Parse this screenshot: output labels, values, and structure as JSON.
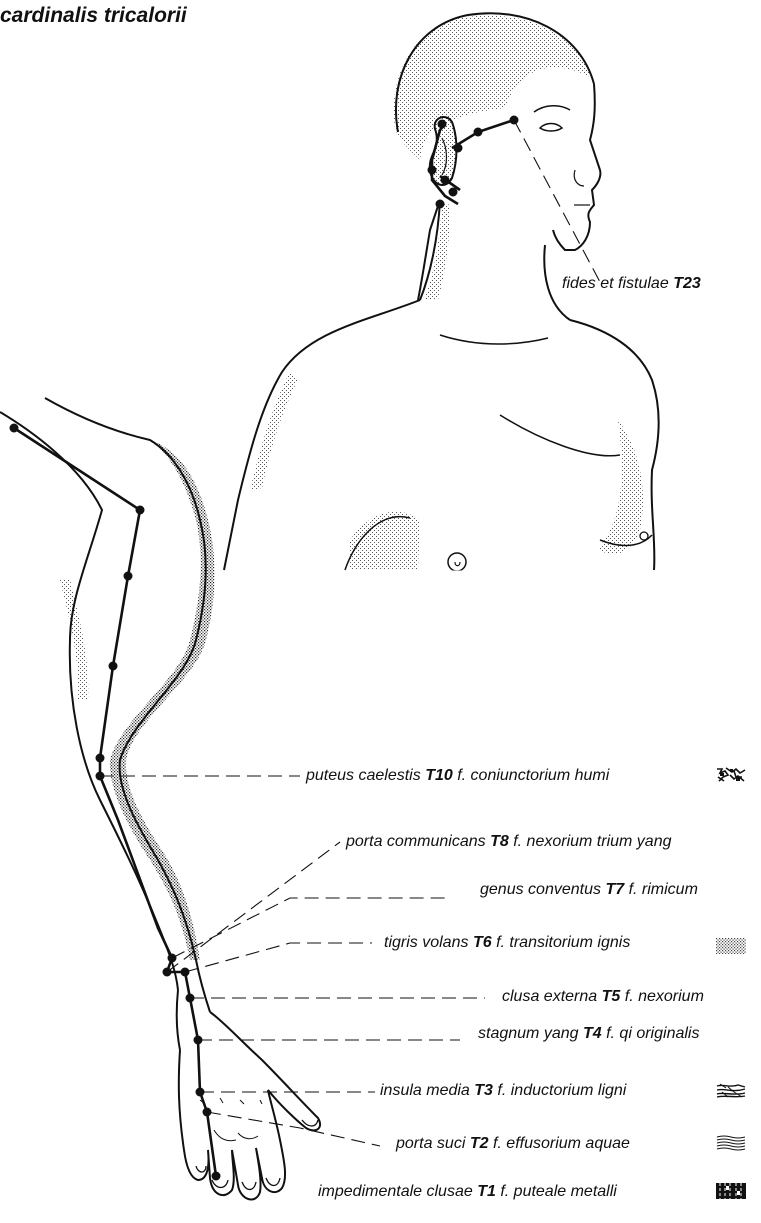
{
  "title": "cardinalis tricalorii",
  "labels": {
    "t23": {
      "name": "fides et fistulae",
      "code": "T23",
      "extra": ""
    },
    "t10": {
      "name": "puteus caelestis",
      "code": "T10",
      "extra": "f. coniunctorium humi"
    },
    "t8": {
      "name": "porta communicans",
      "code": "T8",
      "extra": "f. nexorium trium yang"
    },
    "t7": {
      "name": "genus conventus",
      "code": "T7",
      "extra": "f. rimicum"
    },
    "t6": {
      "name": "tigris volans",
      "code": "T6",
      "extra": "f. transitorium ignis"
    },
    "t5": {
      "name": "clusa externa",
      "code": "T5",
      "extra": "f. nexorium"
    },
    "t4": {
      "name": "stagnum yang",
      "code": "T4",
      "extra": "f. qi originalis"
    },
    "t3": {
      "name": "insula media",
      "code": "T3",
      "extra": "f. inductorium ligni"
    },
    "t2": {
      "name": "porta suci",
      "code": "T2",
      "extra": "f. effusorium aquae"
    },
    "t1": {
      "name": "impedimentale clusae",
      "code": "T1",
      "extra": "f. puteale metalli"
    }
  },
  "swatches": {
    "t10": "earth-pattern-icon",
    "t6": "fire-pattern-icon",
    "t3": "wood-pattern-icon",
    "t2": "water-pattern-icon",
    "t1": "metal-pattern-icon"
  }
}
